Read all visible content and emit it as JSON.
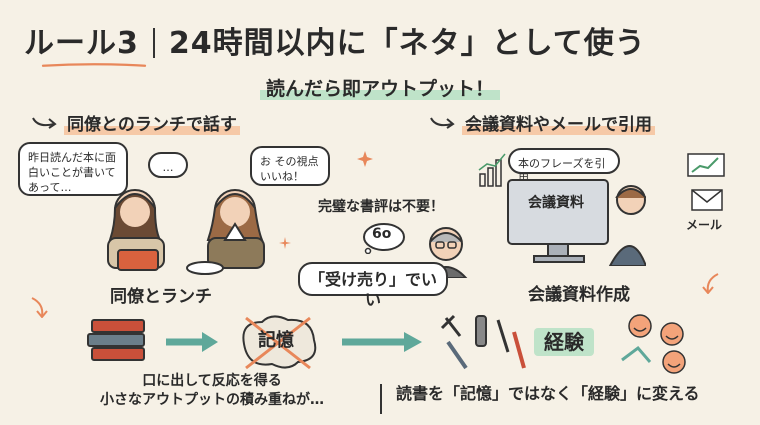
{
  "header": {
    "title_left": "ルール3",
    "title_right": "24時間以内に「ネタ」として使う",
    "subtitle": "読んだら即アウトプット！"
  },
  "left_section": {
    "heading": "同僚とのランチで話す",
    "bubble_1": "昨日読んだ本に面白いことが書いてあって…",
    "bubble_2": "…",
    "bubble_3": "お その視点 いいね！",
    "label": "同僚とランチ"
  },
  "right_section": {
    "heading": "会議資料やメールで引用",
    "bubble": "本のフレーズを引用",
    "monitor_text": "会議資料",
    "mail_label": "メール",
    "label": "会議資料作成"
  },
  "center": {
    "top_text": "完璧な書評は不要！",
    "bubble": "「受け売り」でいい",
    "glasses_text": "6o"
  },
  "flow": {
    "memory_label": "記憶",
    "experience_label": "経験"
  },
  "captions": {
    "left": "口に出して反応を得る\n小さなアウトプットの積み重ねが…",
    "right": "読書を「記憶」ではなく「経験」に変える"
  },
  "colors": {
    "accent_orange": "#e8875a",
    "accent_green": "#bfe3c9",
    "teal_arrow": "#5fa89a"
  }
}
